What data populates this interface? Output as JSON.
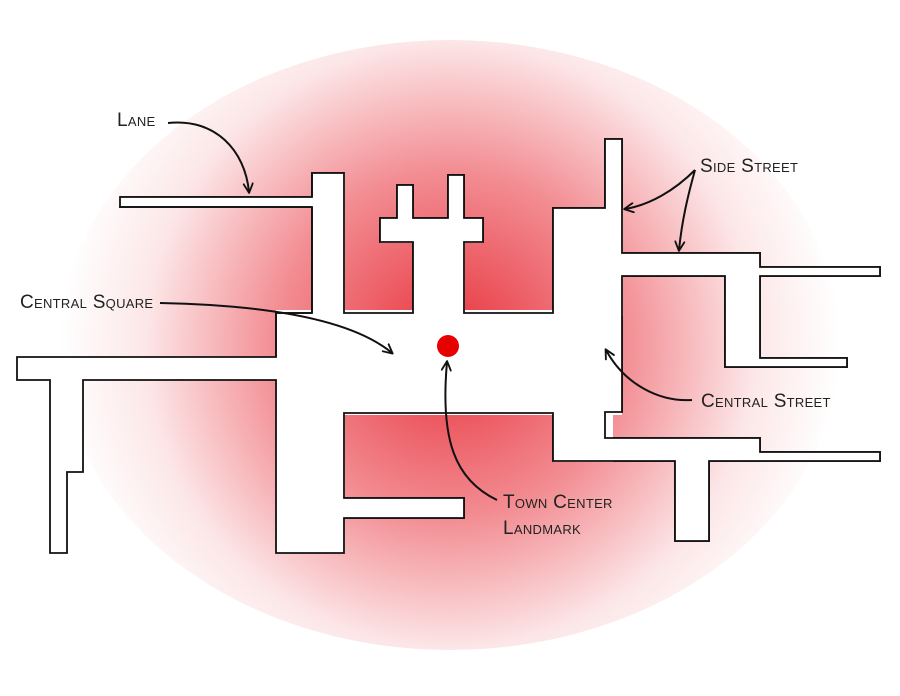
{
  "diagram": {
    "labels": {
      "lane": "Lane",
      "side_street": "Side Street",
      "central_square": "Central Square",
      "central_street": "Central Street",
      "town_center_line1": "Town Center",
      "town_center_line2": "Landmark"
    },
    "colors": {
      "glow": "#e8323c",
      "streets_fill": "#ffffff",
      "streets_stroke": "#111111",
      "landmark": "#e60000",
      "arrow": "#111111"
    },
    "icons": {
      "landmark": "red-dot-icon"
    }
  }
}
